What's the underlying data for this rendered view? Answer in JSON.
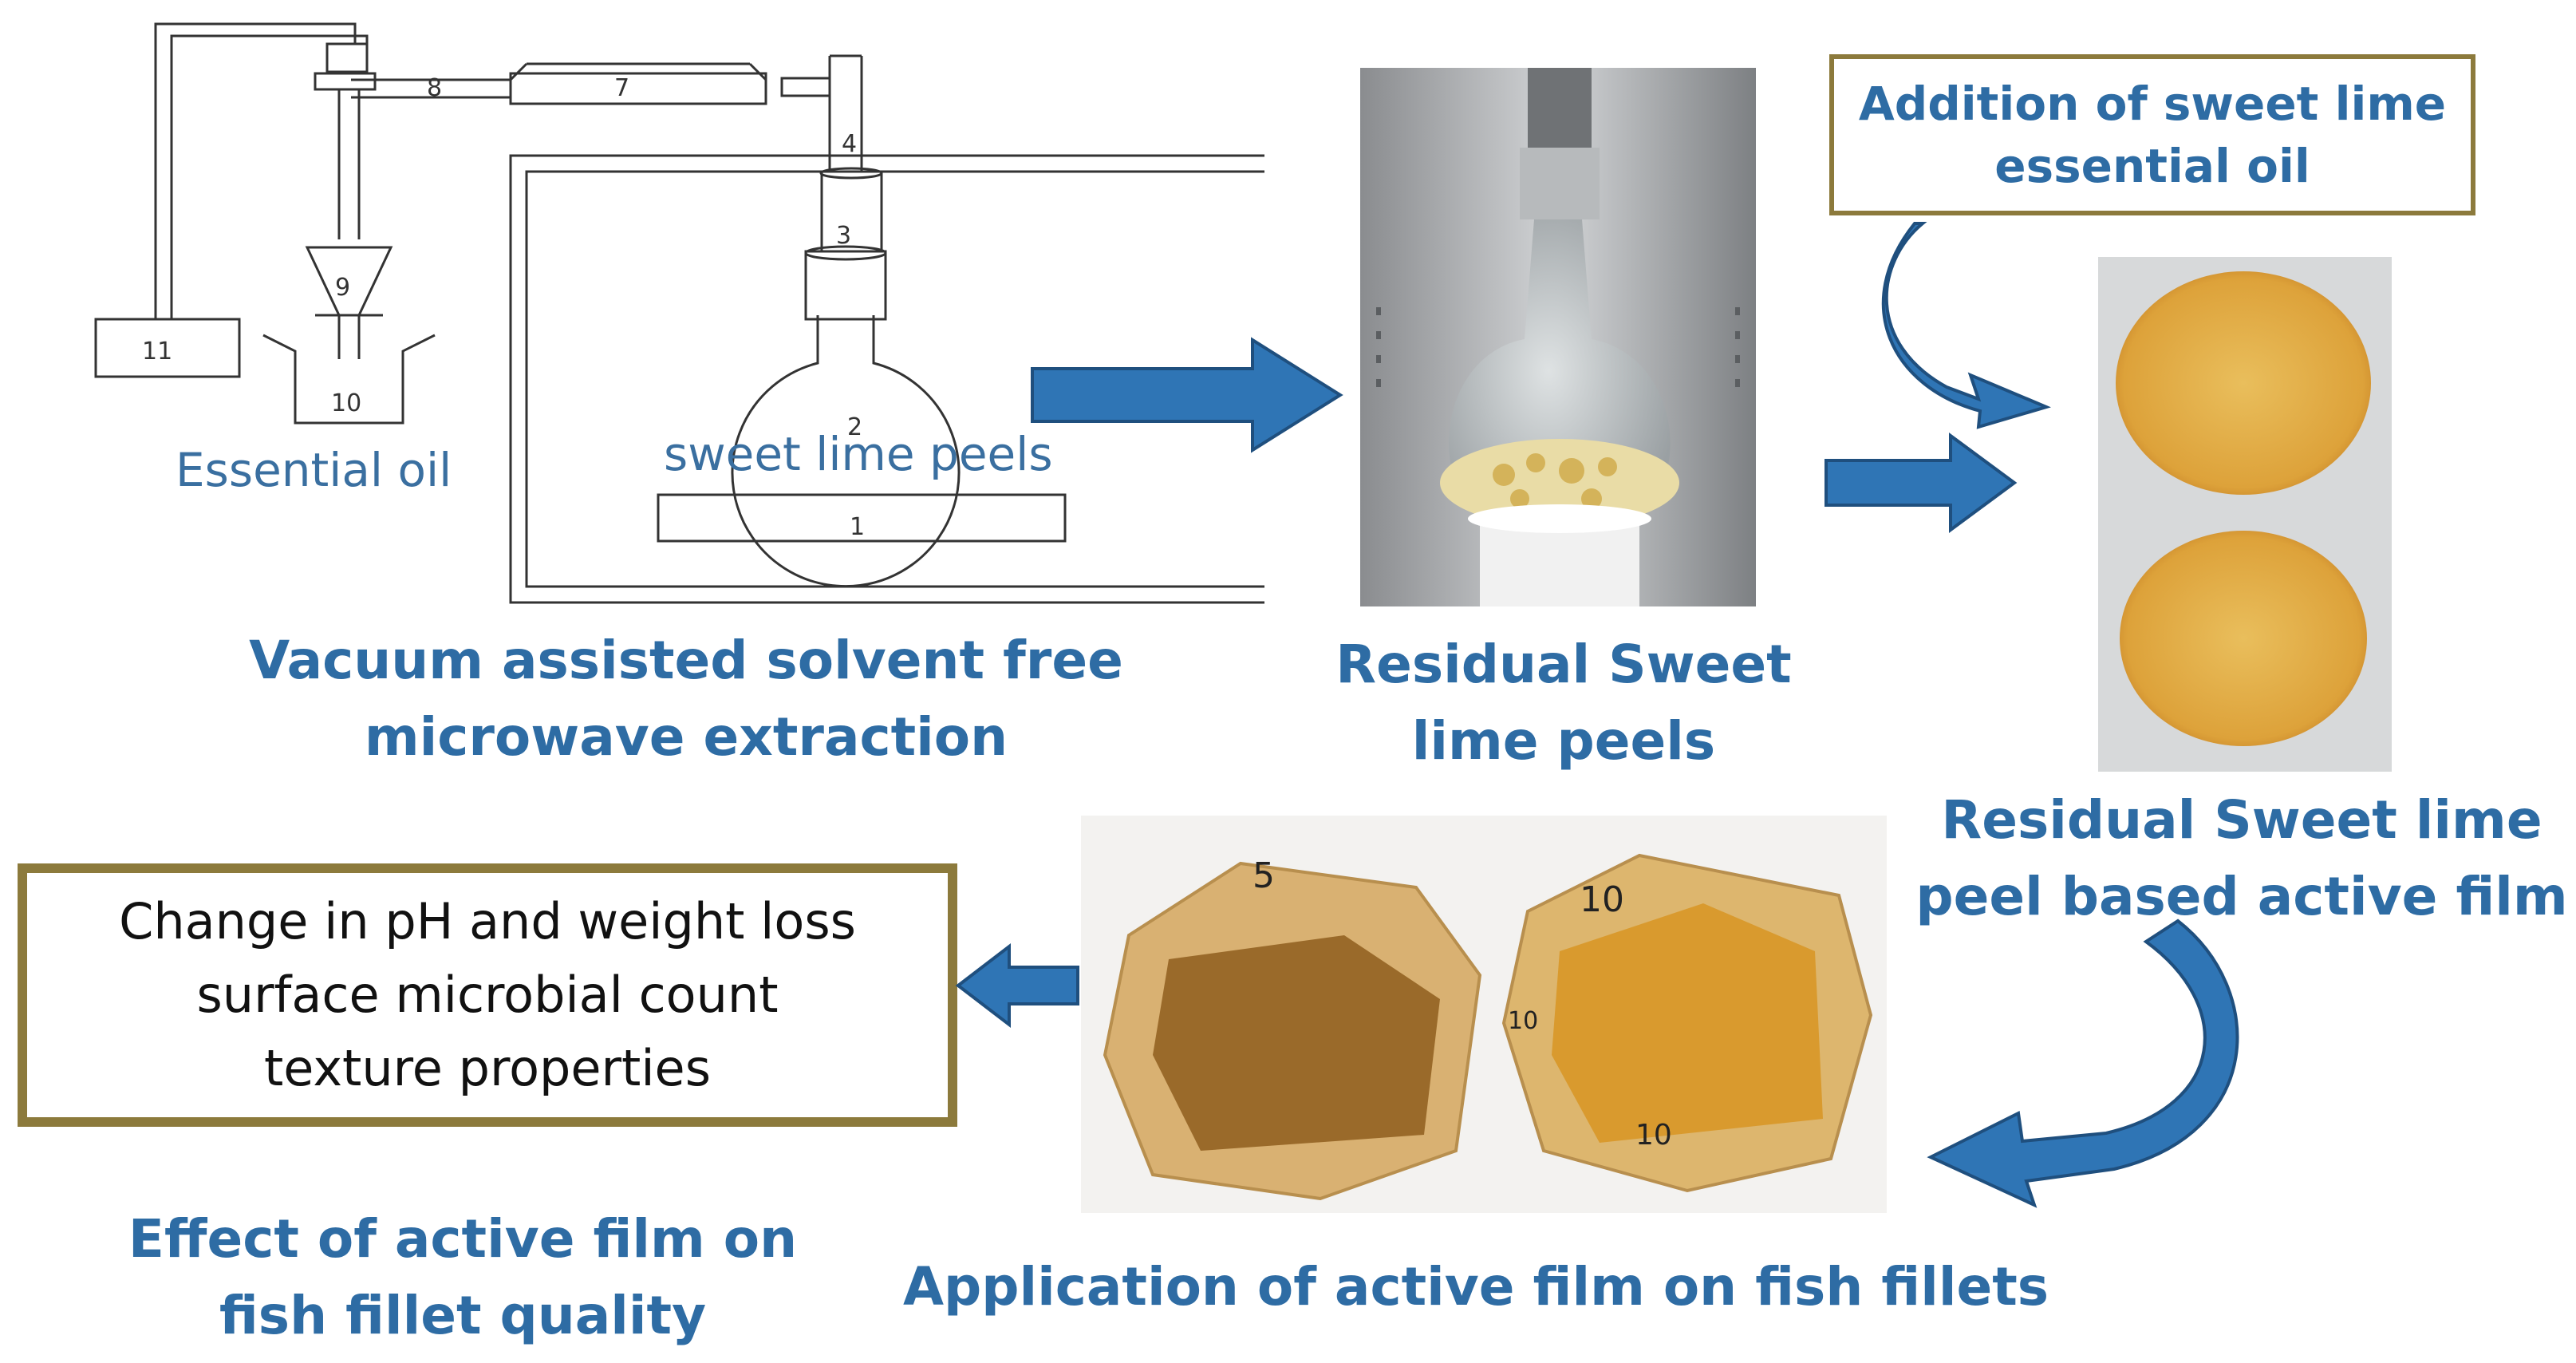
{
  "apparatus": {
    "labels": {
      "n1": "1",
      "n2": "2",
      "n3": "3",
      "n4": "4",
      "n7": "7",
      "n8": "8",
      "n9": "9",
      "n10": "10",
      "n11": "11"
    },
    "essential_oil_label": "Essential oil",
    "peels_label": "sweet lime peels"
  },
  "captions": {
    "extraction_line1": "Vacuum assisted solvent free",
    "extraction_line2": "microwave extraction",
    "residual_line1": "Residual  Sweet",
    "residual_line2": "lime peels",
    "film_line1": "Residual Sweet lime",
    "film_line2": "peel based active film",
    "application": "Application of active film on fish fillets",
    "effect_line1": "Effect of active film on",
    "effect_line2": "fish fillet quality"
  },
  "boxes": {
    "addition_line1": "Addition  of sweet lime",
    "addition_line2": "essential oil",
    "change_line1": "Change in pH and weight loss",
    "change_line2": "surface  microbial count",
    "change_line3": "texture properties"
  },
  "photos": {
    "bag_left_label": "5",
    "bag_right_label": "10",
    "bag_right_side_label": "10",
    "bag_right_bottom_label": "10"
  },
  "colors": {
    "caption_blue": "#2E6CA4",
    "arrow_blue": "#2F75B5",
    "box_border": "#8C7A3C",
    "film_orange": "#E0A53A"
  }
}
